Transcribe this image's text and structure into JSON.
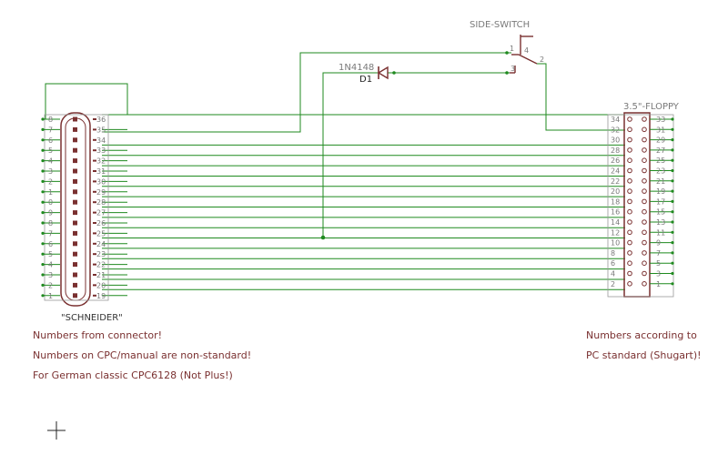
{
  "labels": {
    "side_switch": "SIDE-SWITCH",
    "diode_type": "1N4148",
    "diode_ref": "D1",
    "floppy_name": "3.5\"-FLOPPY",
    "schneider_name": "\"SCHNEIDER\"",
    "switch_pin1": "1",
    "switch_pin2": "2",
    "switch_pin3": "3",
    "switch_pin4": "4"
  },
  "notes": {
    "left": [
      "Numbers from connector!",
      "Numbers on CPC/manual are non-standard!",
      "For German classic CPC6128 (Not Plus!)"
    ],
    "right": [
      "Numbers according to",
      "PC standard (Shugart)!"
    ]
  },
  "left_connector": {
    "outer_labels": [
      "8",
      "7",
      "6",
      "5",
      "4",
      "3",
      "2",
      "1",
      "0",
      "9",
      "8",
      "7",
      "6",
      "5",
      "4",
      "3",
      "2",
      "1"
    ],
    "inner_labels": [
      "36",
      "35",
      "34",
      "33",
      "32",
      "31",
      "30",
      "29",
      "28",
      "27",
      "26",
      "25",
      "24",
      "23",
      "22",
      "21",
      "20",
      "19"
    ]
  },
  "right_connector": {
    "left_labels": [
      "34",
      "32",
      "30",
      "28",
      "26",
      "24",
      "22",
      "20",
      "18",
      "16",
      "14",
      "12",
      "10",
      "8",
      "6",
      "4",
      "2"
    ],
    "right_labels": [
      "33",
      "31",
      "29",
      "27",
      "25",
      "23",
      "21",
      "19",
      "17",
      "15",
      "13",
      "11",
      "9",
      "7",
      "5",
      "3",
      "1"
    ]
  }
}
